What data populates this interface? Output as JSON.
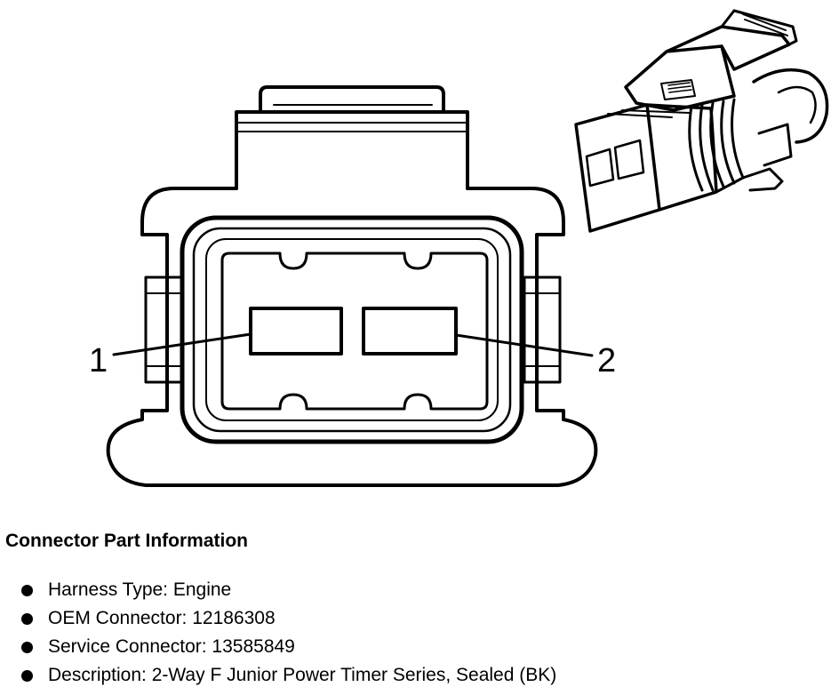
{
  "diagram": {
    "pin_labels": [
      "1",
      "2"
    ]
  },
  "info": {
    "title": "Connector Part Information",
    "items": [
      "Harness Type: Engine",
      "OEM Connector: 12186308",
      "Service Connector: 13585849",
      "Description: 2-Way F Junior Power Timer Series, Sealed (BK)"
    ]
  }
}
